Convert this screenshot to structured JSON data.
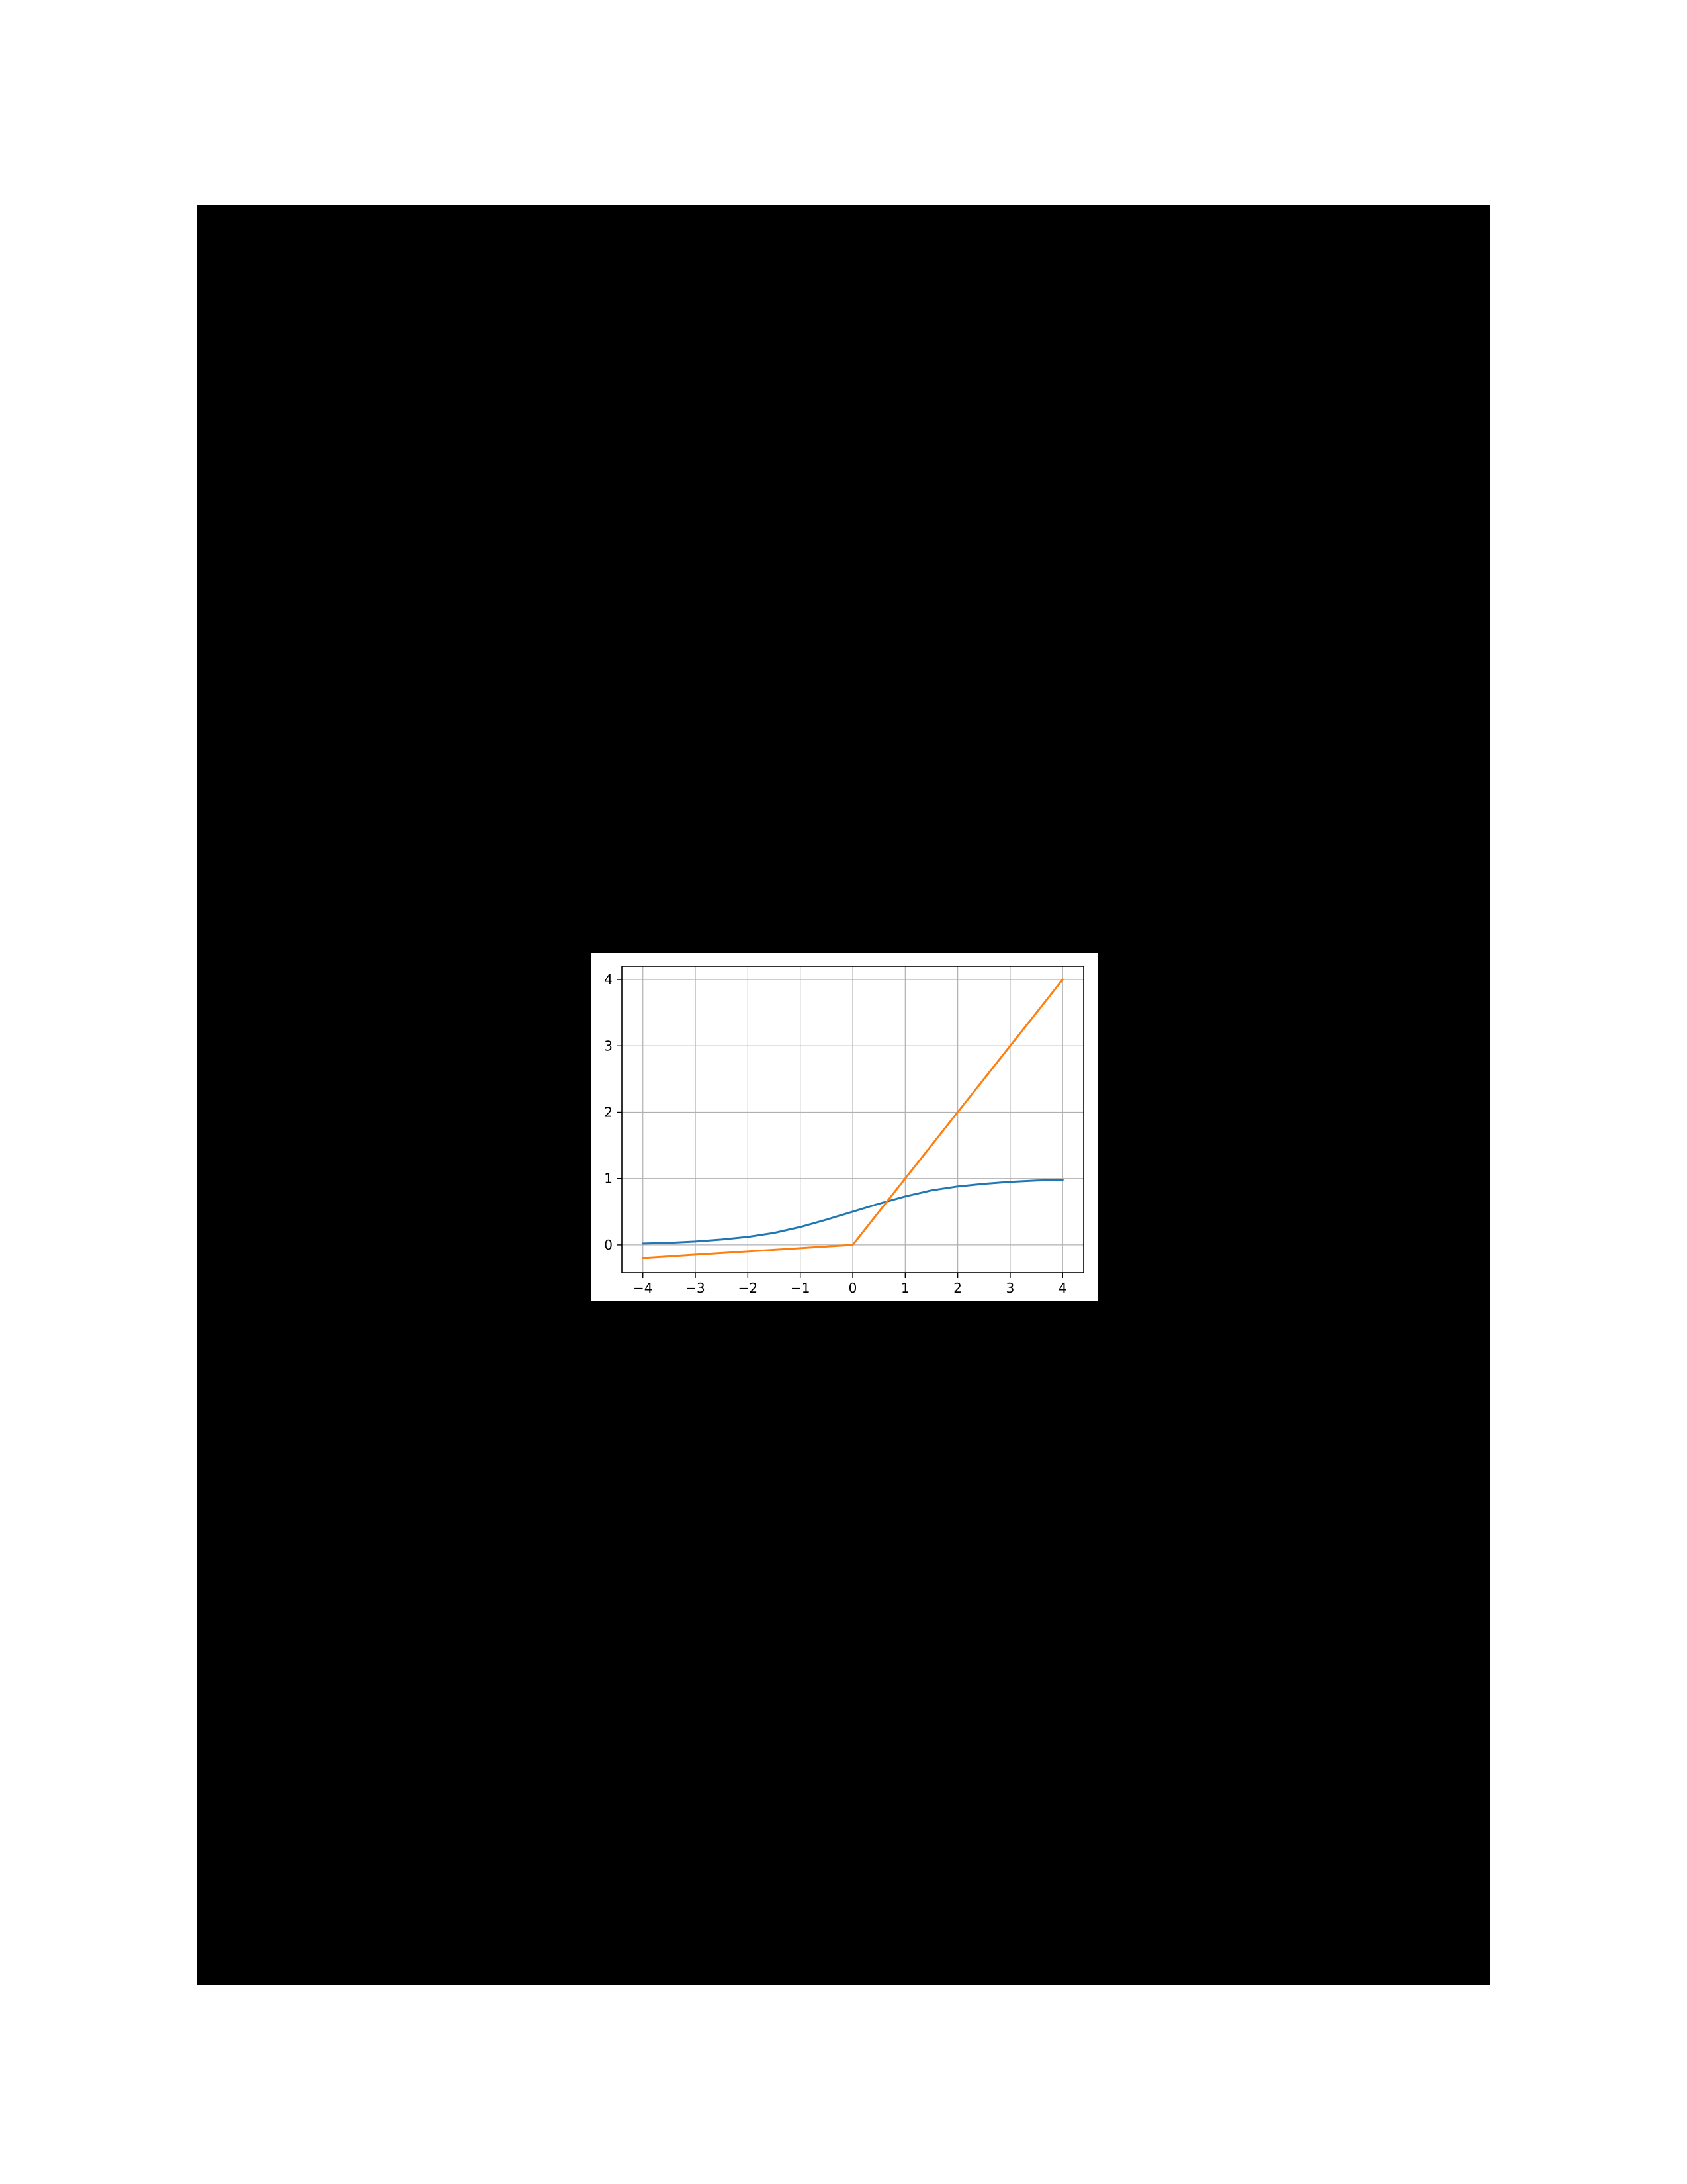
{
  "chart_data": {
    "type": "line",
    "title": "",
    "xlabel": "",
    "ylabel": "",
    "xlim": [
      -4.4,
      4.4
    ],
    "ylim": [
      -0.42,
      4.2
    ],
    "grid": true,
    "legend": "none",
    "x_ticks": [
      "−4",
      "−3",
      "−2",
      "−1",
      "0",
      "1",
      "2",
      "3",
      "4"
    ],
    "y_ticks": [
      "0",
      "1",
      "2",
      "3",
      "4"
    ],
    "x_tick_values": [
      -4,
      -3,
      -2,
      -1,
      0,
      1,
      2,
      3,
      4
    ],
    "y_tick_values": [
      0,
      1,
      2,
      3,
      4
    ],
    "series": [
      {
        "color": "#1f77b4",
        "x": [
          -4,
          -3.5,
          -3,
          -2.5,
          -2,
          -1.5,
          -1,
          -0.5,
          0,
          0.5,
          1,
          1.5,
          2,
          2.5,
          3,
          3.5,
          4
        ],
        "y": [
          0.02,
          0.03,
          0.05,
          0.08,
          0.12,
          0.18,
          0.27,
          0.38,
          0.5,
          0.62,
          0.73,
          0.82,
          0.88,
          0.92,
          0.95,
          0.97,
          0.98
        ]
      },
      {
        "color": "#ff7f0e",
        "x": [
          -4,
          -3,
          -2,
          -1,
          0,
          1,
          2,
          3,
          4
        ],
        "y": [
          -0.2,
          -0.15,
          -0.1,
          -0.05,
          0,
          1,
          2,
          3,
          4
        ]
      }
    ]
  }
}
